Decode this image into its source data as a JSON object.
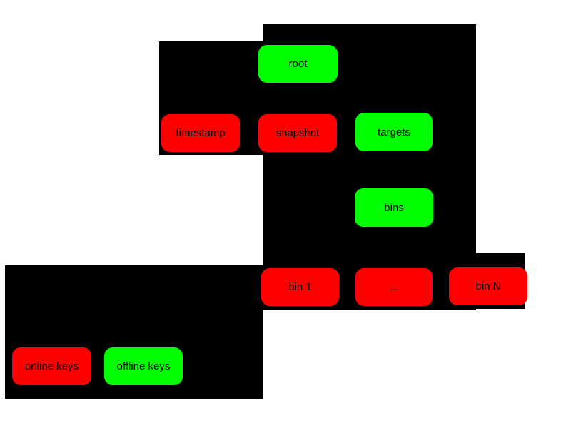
{
  "diagram": {
    "description_visible_text_only": true
  },
  "colors": {
    "online_key": "#ff0000",
    "offline_key": "#00ff00",
    "panel": "#000000",
    "background": "#ffffff",
    "node_text": "#000000"
  },
  "nodes": {
    "root": {
      "label": "root",
      "key_type": "offline"
    },
    "timestamp": {
      "label": "timestamp",
      "key_type": "online"
    },
    "snapshot": {
      "label": "snapshot",
      "key_type": "online"
    },
    "targets": {
      "label": "targets",
      "key_type": "offline"
    },
    "bins": {
      "label": "bins",
      "key_type": "offline"
    },
    "bin1": {
      "label": "bin 1",
      "key_type": "online"
    },
    "bin_dots": {
      "label": "...",
      "key_type": "online"
    },
    "binN": {
      "label": "bin N",
      "key_type": "online"
    },
    "online_keys": {
      "label": "online keys",
      "key_type": "online"
    },
    "offline_keys": {
      "label": "offline keys",
      "key_type": "offline"
    }
  }
}
